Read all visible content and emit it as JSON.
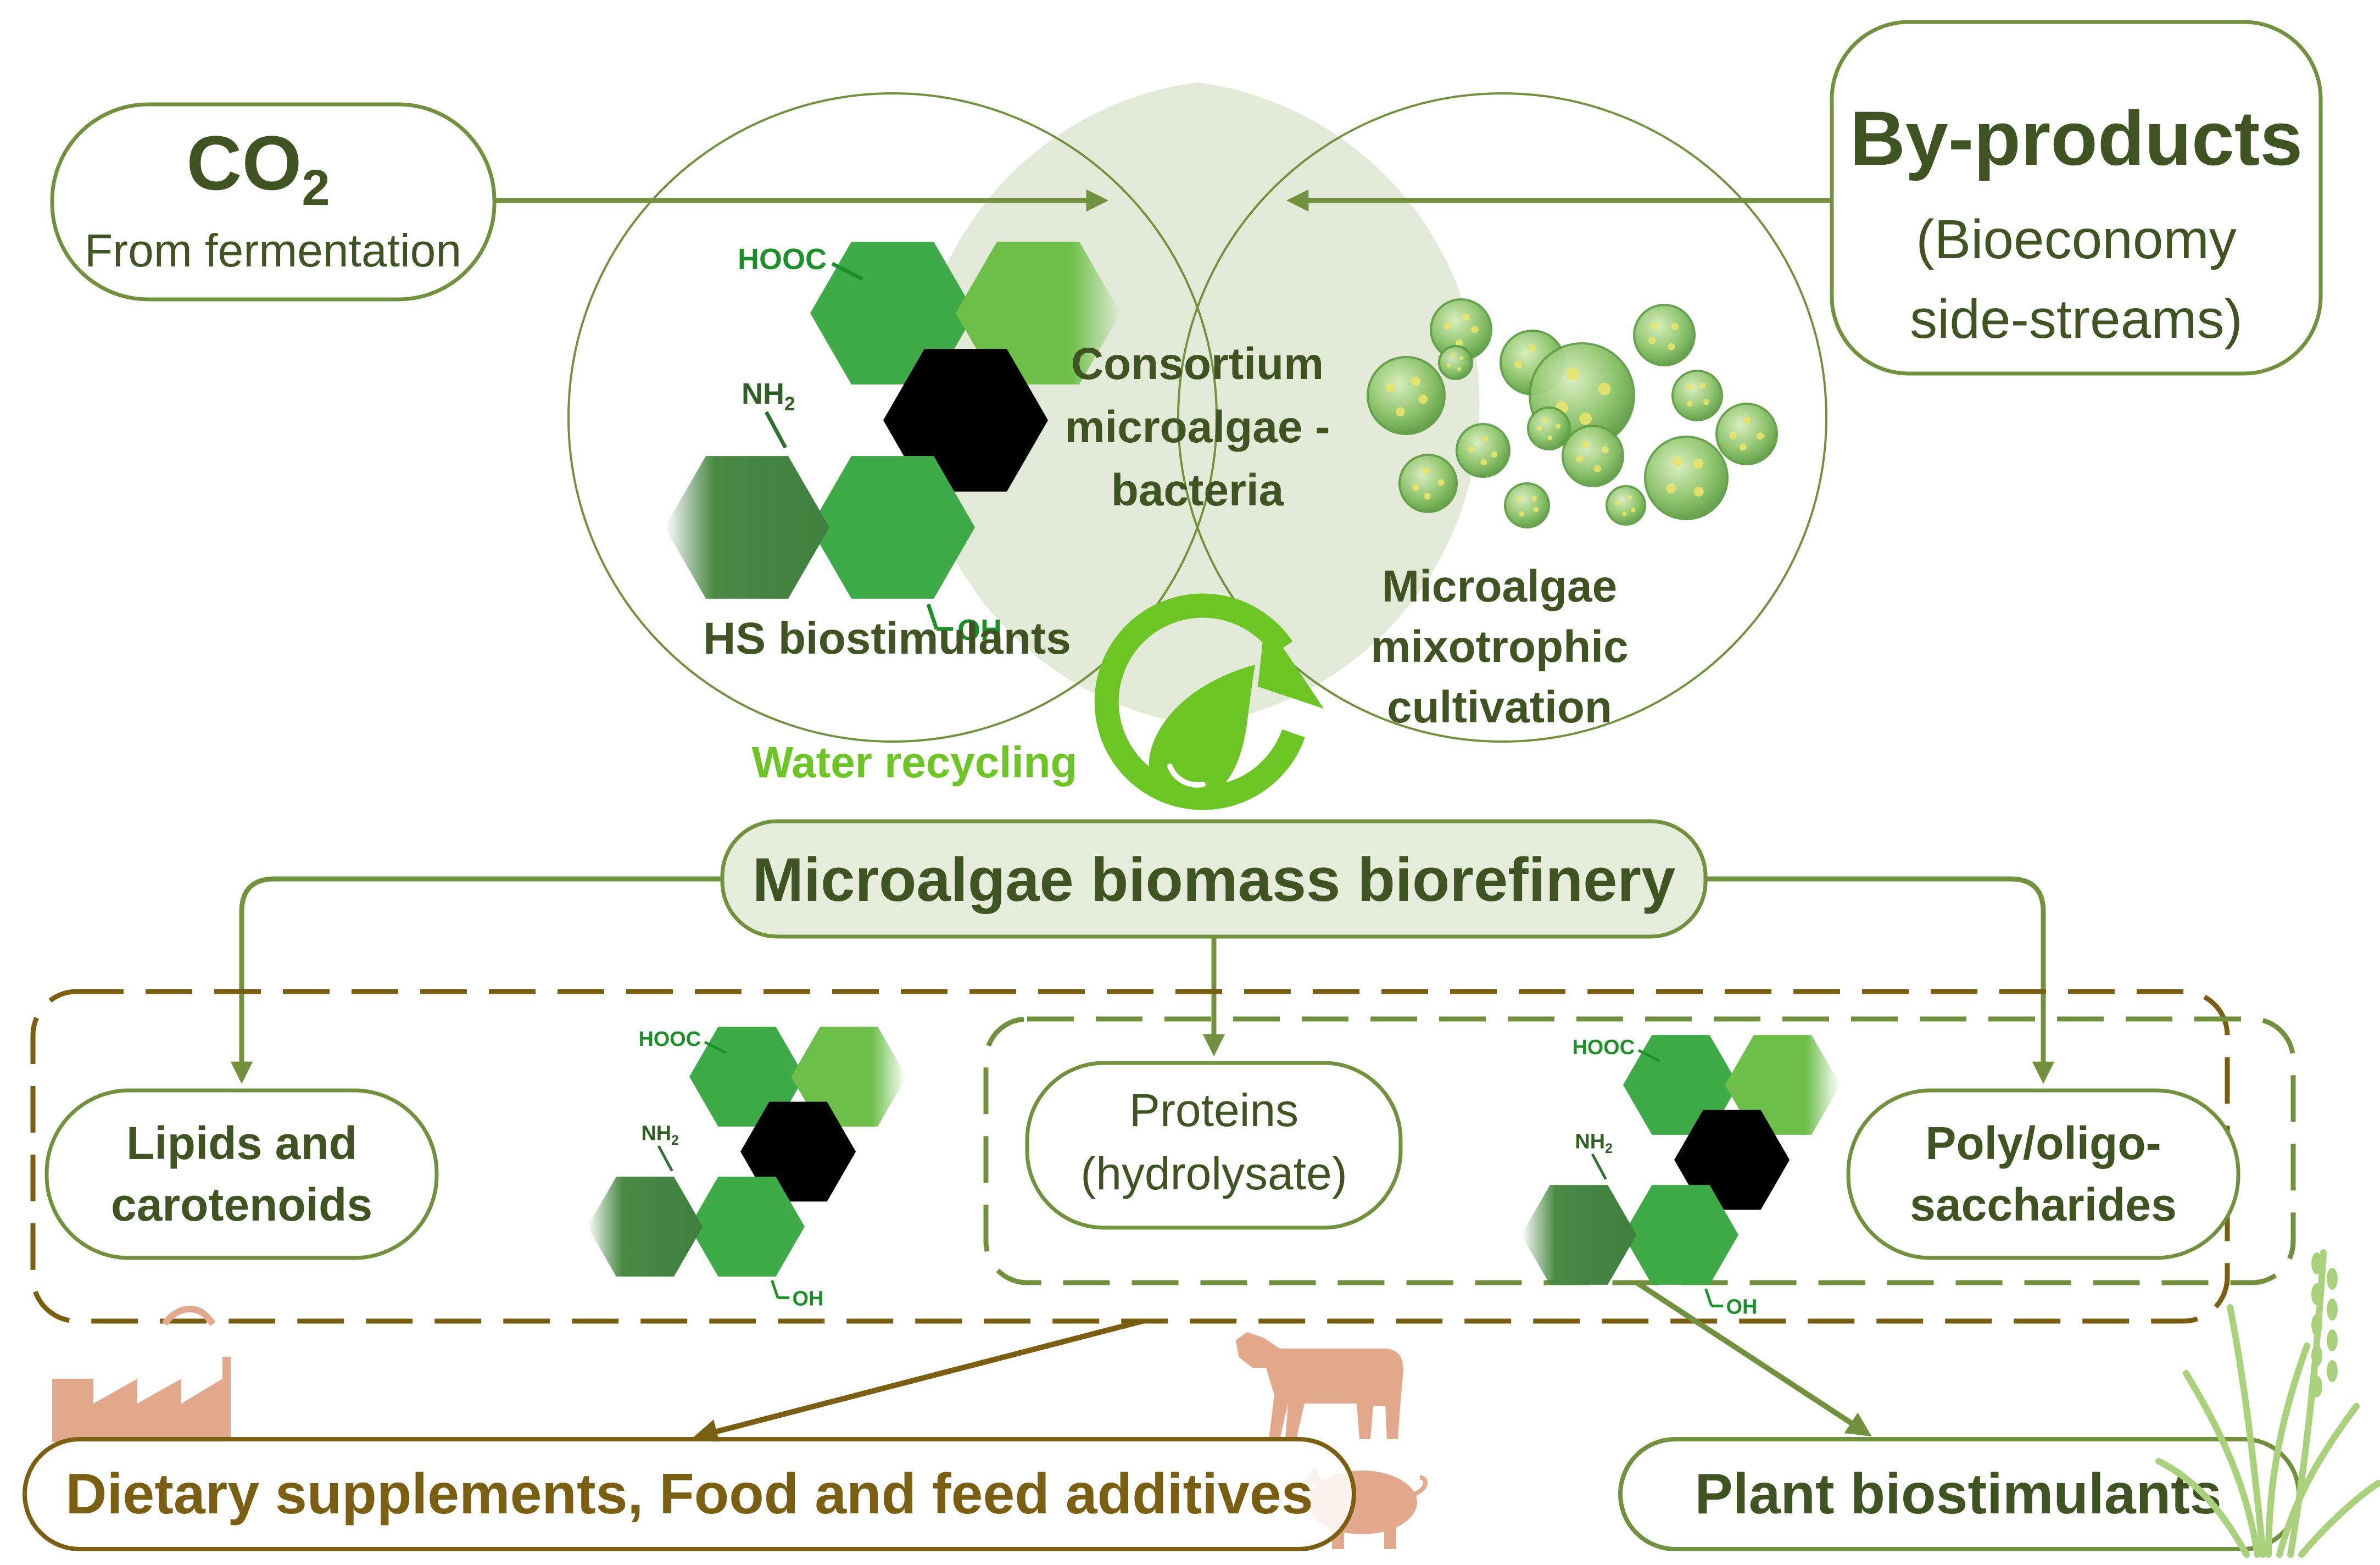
{
  "colors": {
    "primary": "#72913e",
    "dark_text": "#3f5422",
    "brown": "#7a5e12",
    "light_fill": "#e5ecd9",
    "lens_fill": "#e2e9d6",
    "bright_green": "#6cc524",
    "hex_dark": "#3f7f3f",
    "hex_mid": "#3faa48",
    "hex_light": "#6dbf4a",
    "hex_black": "#000000",
    "silhouette": "#e3a98c",
    "cell": "#8cc46a"
  },
  "inputs": {
    "co2_label": "CO",
    "co2_subscript": "2",
    "co2_source": "From fermentation",
    "byproducts_title": "By-products",
    "byproducts_line1": "(Bioeconomy",
    "byproducts_line2": "side-streams)"
  },
  "venn": {
    "center_line1": "Consortium",
    "center_line2": "microalgae -",
    "center_line3": "bacteria",
    "left_label": "HS biostimulants",
    "right_line1": "Microalgae",
    "right_line2": "mixotrophic",
    "right_line3": "cultivation",
    "water_label": "Water recycling"
  },
  "molecule": {
    "acid_group": "HOOC",
    "amine_group": "NH",
    "amine_subscript": "2",
    "hydroxyl_group": "OH"
  },
  "biorefinery": {
    "title": "Microalgae biomass biorefinery"
  },
  "products": {
    "lipids_line1": "Lipids and",
    "lipids_line2": "carotenoids",
    "proteins_line1": "Proteins",
    "proteins_line2": "(hydrolysate)",
    "saccharides_line1": "Poly/oligo-",
    "saccharides_line2": "saccharides"
  },
  "applications": {
    "food": "Dietary supplements, Food and feed additives",
    "plant": "Plant biostimulants"
  },
  "icons": [
    "factory-icon",
    "cow-icon",
    "pig-icon",
    "wheat-plant-icon",
    "water-drop-recycle-icon",
    "microalgae-cells-icon",
    "molecule-icon"
  ]
}
